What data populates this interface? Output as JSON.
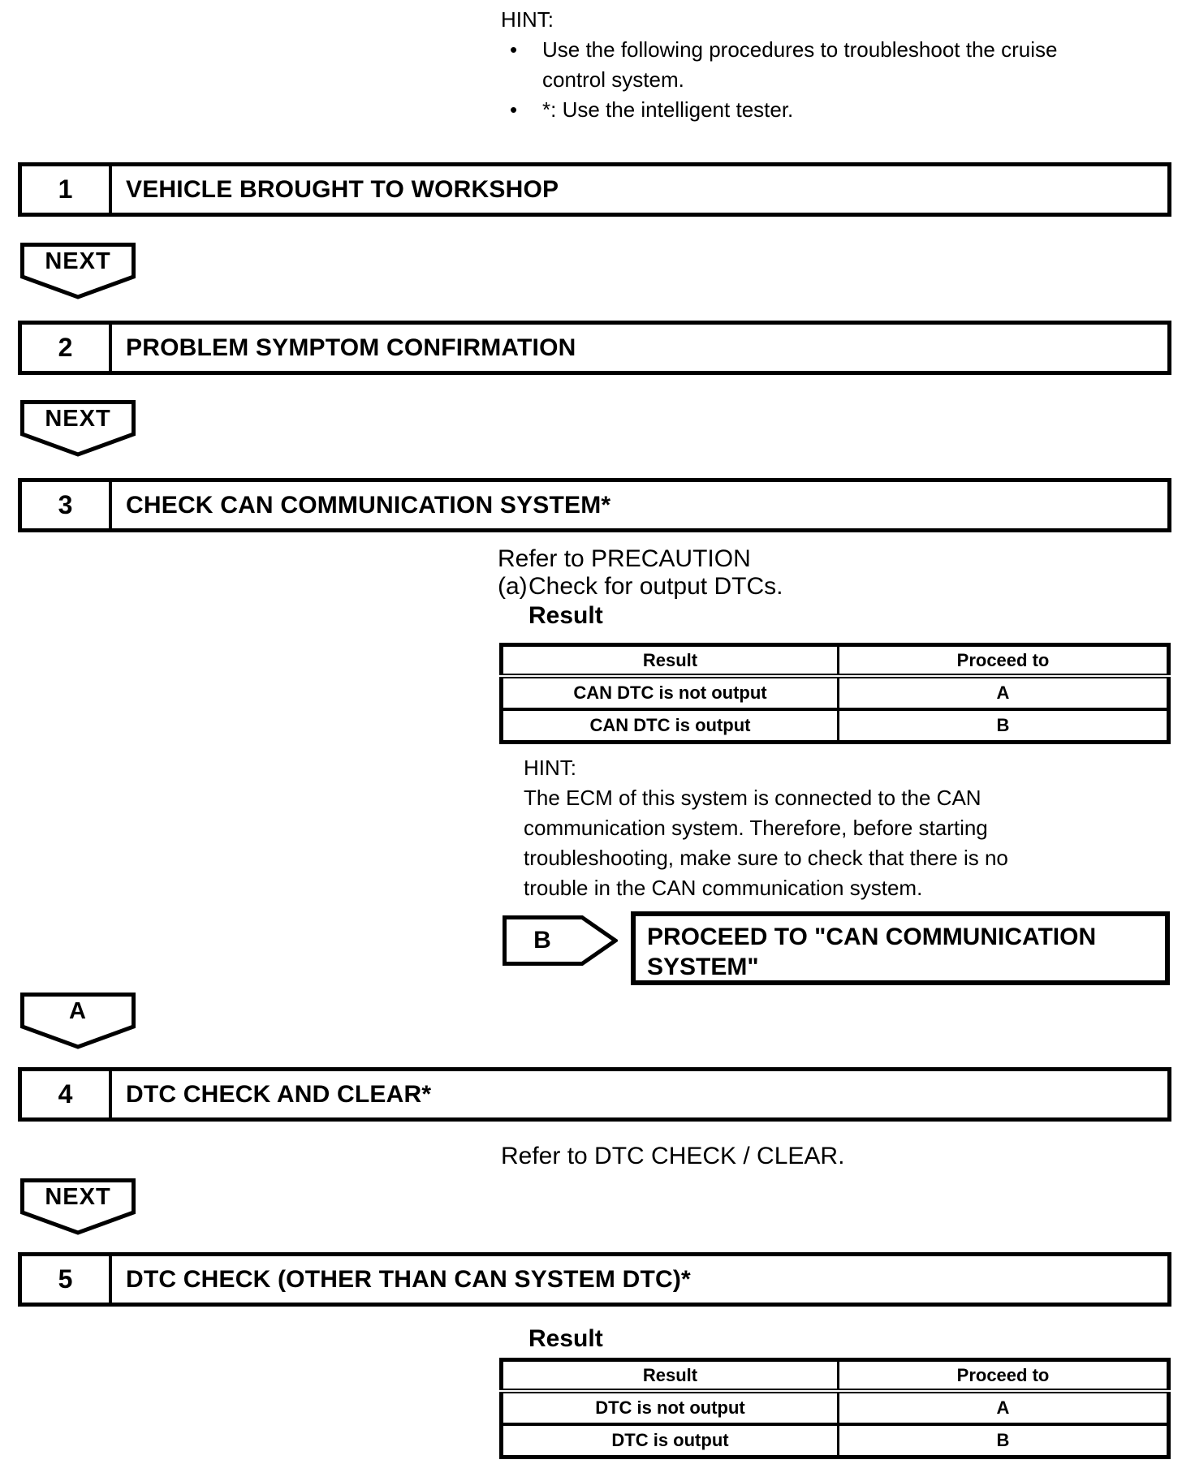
{
  "bullet_char": "•",
  "hint_top": {
    "label": "HINT:",
    "bullet1_line1": "Use the following procedures to troubleshoot the cruise",
    "bullet1_line2": "control system.",
    "bullet2": "*: Use the intelligent tester."
  },
  "steps": {
    "s1": {
      "num": "1",
      "title": "VEHICLE BROUGHT TO WORKSHOP"
    },
    "s2": {
      "num": "2",
      "title": "PROBLEM SYMPTOM CONFIRMATION"
    },
    "s3": {
      "num": "3",
      "title": "CHECK CAN COMMUNICATION SYSTEM*"
    },
    "s4": {
      "num": "4",
      "title": "DTC CHECK AND CLEAR*"
    },
    "s5": {
      "num": "5",
      "title": "DTC CHECK (OTHER THAN CAN SYSTEM DTC)*"
    }
  },
  "arrows": {
    "next": "NEXT",
    "a": "A",
    "b": "B"
  },
  "step3_detail": {
    "refer": "Refer to PRECAUTION",
    "item_label": "(a)",
    "item_text": "Check for output DTCs.",
    "result_label": "Result",
    "hint_label": "HINT:",
    "hint_line1": "The ECM of this system is connected to the CAN",
    "hint_line2": "communication system. Therefore, before starting",
    "hint_line3": "troubleshooting, make sure to check that there is no",
    "hint_line4": "trouble in the CAN communication system."
  },
  "proceed_box": {
    "line1": "PROCEED TO \"CAN COMMUNICATION",
    "line2": "SYSTEM\""
  },
  "step4_detail": {
    "refer": "Refer to DTC CHECK / CLEAR."
  },
  "step5_detail": {
    "result_label": "Result"
  },
  "table1": {
    "headers": [
      "Result",
      "Proceed to"
    ],
    "rows": [
      [
        "CAN DTC is not output",
        "A"
      ],
      [
        "CAN DTC is output",
        "B"
      ]
    ]
  },
  "table2": {
    "headers": [
      "Result",
      "Proceed to"
    ],
    "rows": [
      [
        "DTC is not output",
        "A"
      ],
      [
        "DTC is output",
        "B"
      ]
    ]
  }
}
